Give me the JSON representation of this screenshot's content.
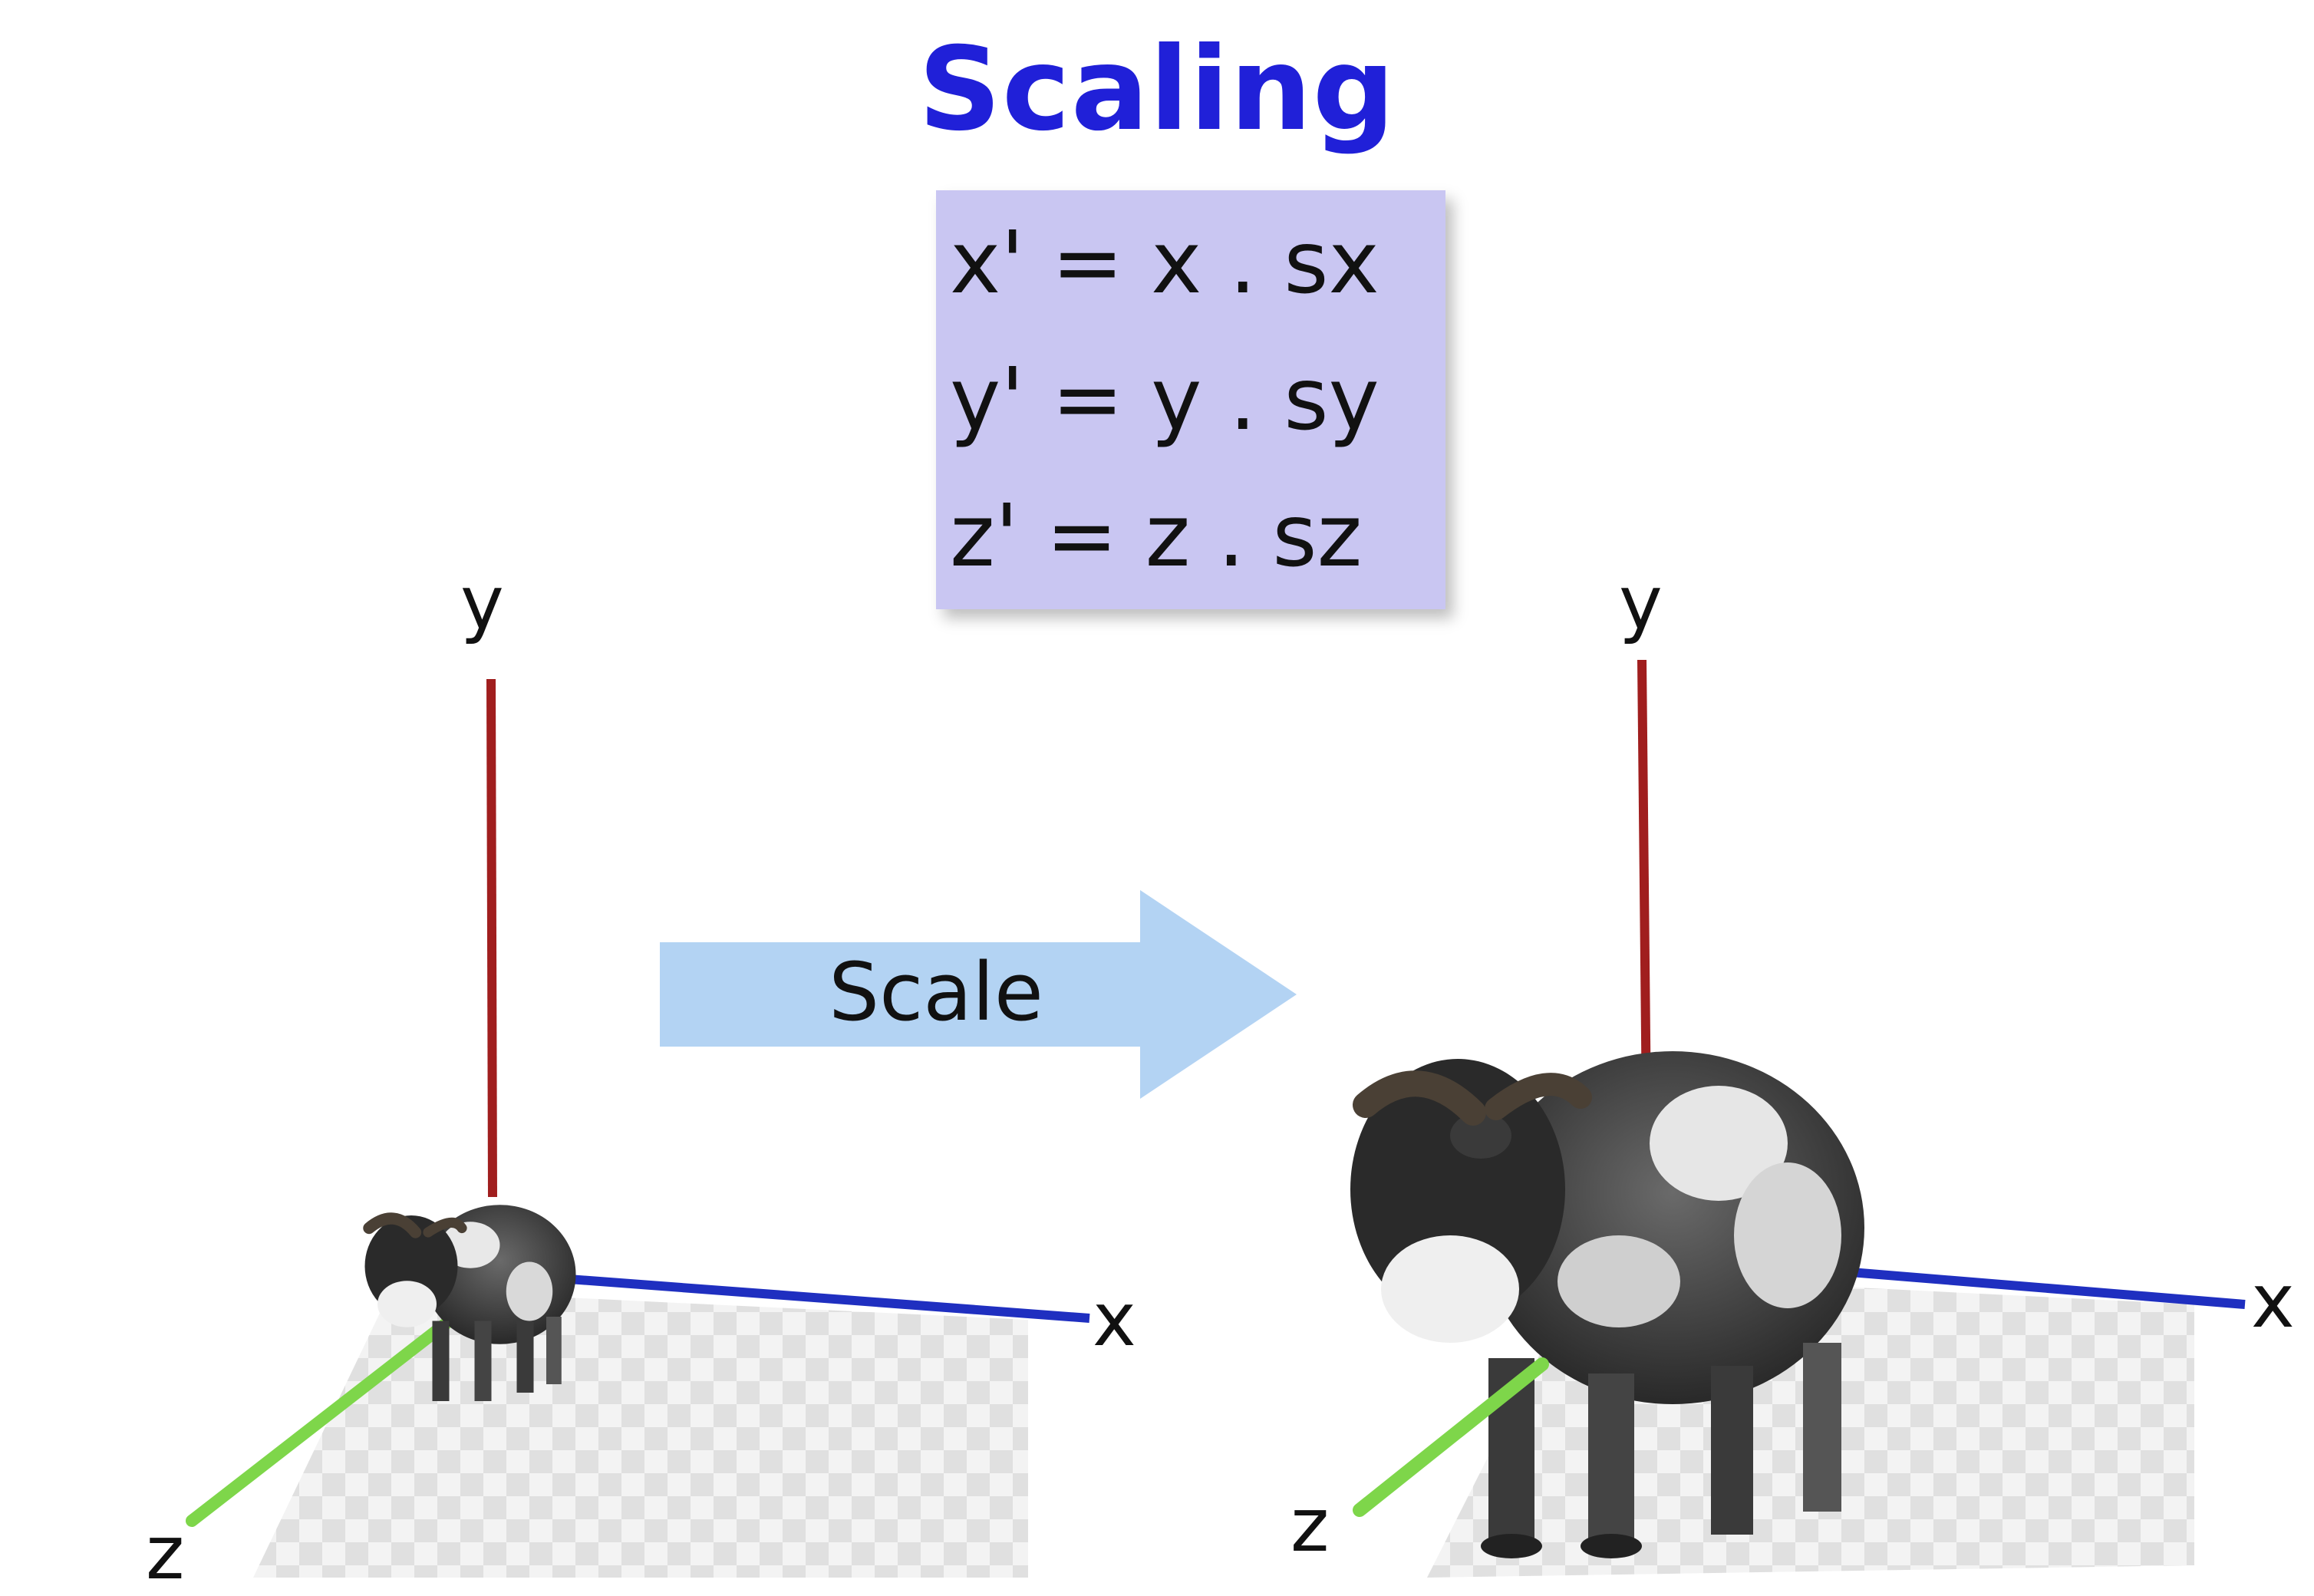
{
  "title": "Scaling",
  "formulas": {
    "x": "x' = x . sx",
    "y": "y' = y . sy",
    "z": "z' = z . sz"
  },
  "arrow_label": "Scale",
  "left_scene": {
    "y_label": "y",
    "x_label": "x",
    "z_label": "z"
  },
  "right_scene": {
    "y_label": "y",
    "x_label": "x",
    "z_label": "z"
  },
  "colors": {
    "title": "#2020d8",
    "formula_bg": "#c9c6f2",
    "arrow": "#b3d3f3",
    "y_axis": "#a01e1e",
    "x_axis": "#1f2fc0",
    "z_axis": "#7ed64a",
    "checker_light": "#f2f2f2",
    "checker_dark": "#dcdcdc"
  }
}
